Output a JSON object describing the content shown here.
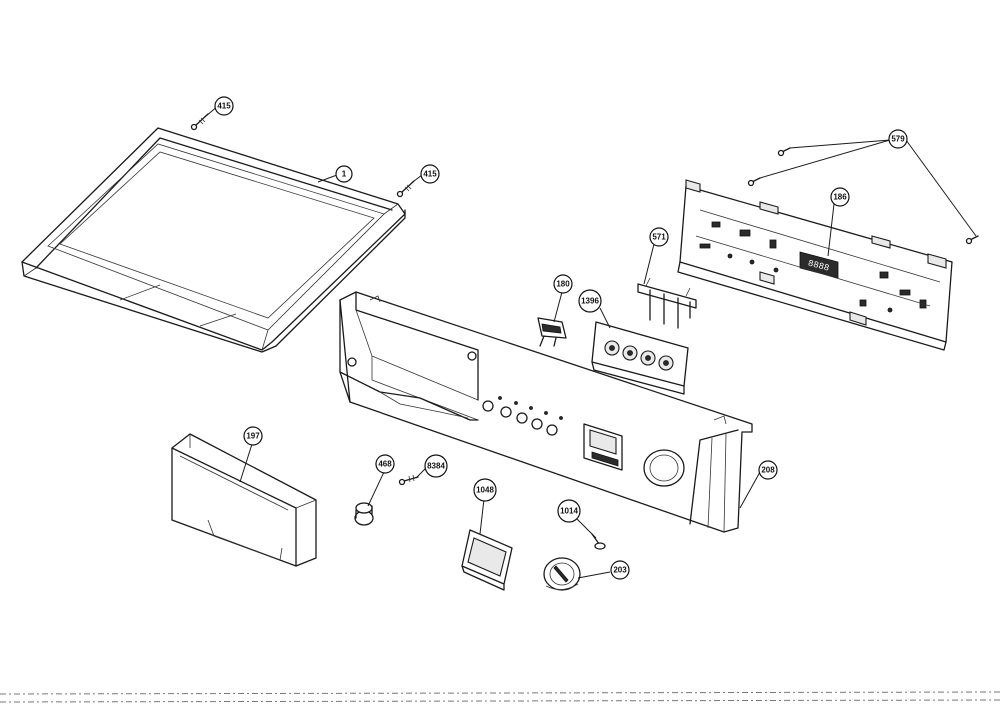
{
  "diagram": {
    "callouts": [
      {
        "id": "lid_415_a",
        "label": "415"
      },
      {
        "id": "lid_1",
        "label": "1"
      },
      {
        "id": "lid_415_b",
        "label": "415"
      },
      {
        "id": "screw_579",
        "label": "579"
      },
      {
        "id": "board_186",
        "label": "186"
      },
      {
        "id": "bracket_571",
        "label": "571"
      },
      {
        "id": "switch_180",
        "label": "180"
      },
      {
        "id": "buttons_1396",
        "label": "1396"
      },
      {
        "id": "handle_197",
        "label": "197"
      },
      {
        "id": "knob_468",
        "label": "468"
      },
      {
        "id": "screw_8384",
        "label": "8384"
      },
      {
        "id": "frame_1048",
        "label": "1048"
      },
      {
        "id": "pin_1014",
        "label": "1014"
      },
      {
        "id": "dial_203",
        "label": "203"
      },
      {
        "id": "panel_208",
        "label": "208"
      }
    ]
  }
}
